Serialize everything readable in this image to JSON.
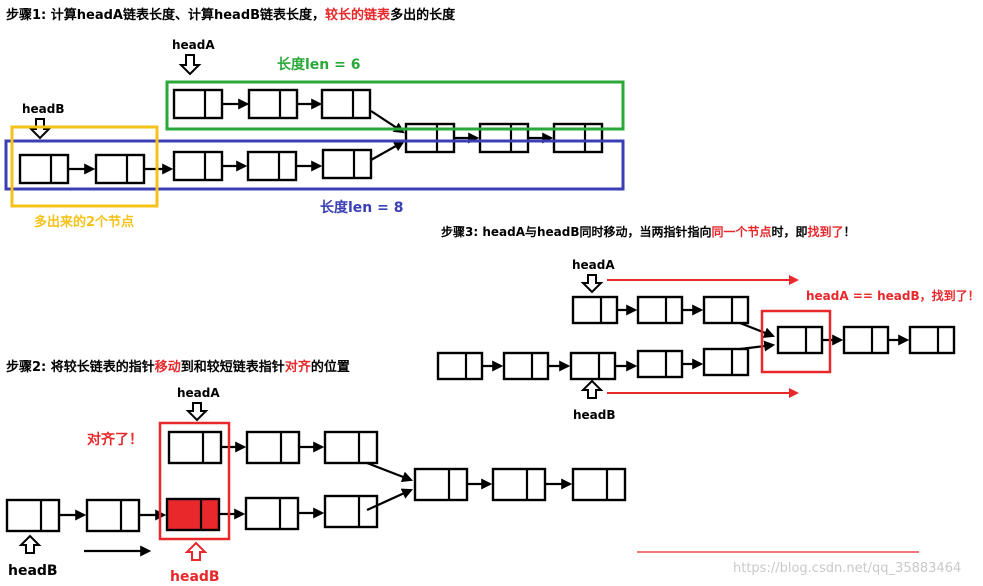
{
  "step1": {
    "title_a": "步骤1: 计算headA链表长度、计算headB链表长度，",
    "title_b": "较长的链表",
    "title_c": "多出的长度",
    "headA": "headA",
    "headB": "headB",
    "len_a": "长度len = 6",
    "len_b": "长度len = 8",
    "extra": "多出来的2个节点"
  },
  "step3": {
    "title_a": "步骤3: headA与headB同时移动，当两指针指向",
    "title_b": "同一个节点",
    "title_c": "时，即",
    "title_d": "找到了",
    "title_e": "！",
    "headA": "headA",
    "headB": "headB",
    "found": "headA == headB，找到了！"
  },
  "step2": {
    "title_a": "步骤2: 将较长链表的指针",
    "title_b": "移动",
    "title_c": "到和较短链表指针",
    "title_d": "对齐",
    "title_e": "的位置",
    "headA": "headA",
    "headB_left": "headB",
    "headB_moved": "headB",
    "aligned": "对齐了！"
  },
  "watermark": "https://blog.csdn.net/qq_35883464",
  "colors": {
    "green": "#2aa83a",
    "blue": "#3a3fb3",
    "yellow": "#f5c21a",
    "red": "#e8282b"
  }
}
